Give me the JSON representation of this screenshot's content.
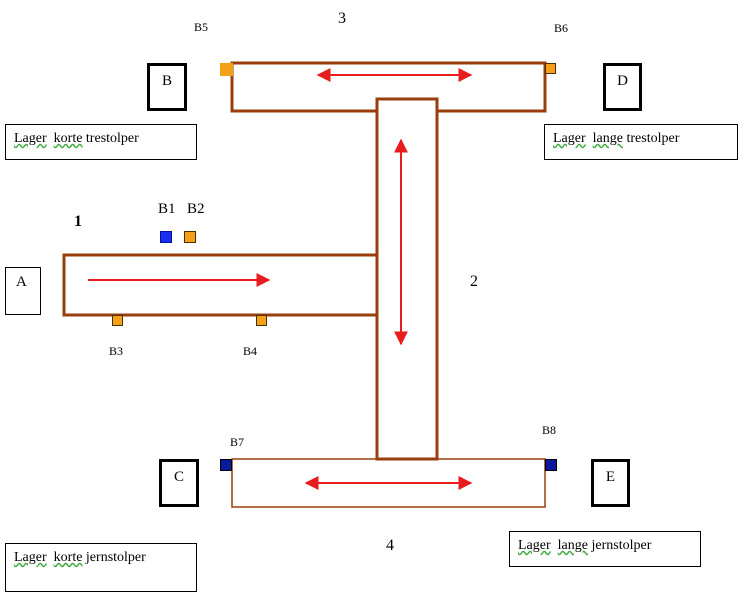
{
  "conveyors": {
    "c1": {
      "number": "1"
    },
    "c2": {
      "number": "2"
    },
    "c3": {
      "number": "3"
    },
    "c4": {
      "number": "4"
    }
  },
  "stations": {
    "A": "A",
    "B": "B",
    "C": "C",
    "D": "D",
    "E": "E"
  },
  "sensors": {
    "B1": "B1",
    "B2": "B2",
    "B3": "B3",
    "B4": "B4",
    "B5": "B5",
    "B6": "B6",
    "B7": "B7",
    "B8": "B8"
  },
  "storages": {
    "short_wood": {
      "word1": "Lager",
      "word2": "korte",
      "word3": "trestolper"
    },
    "long_wood": {
      "word1": "Lager",
      "word2": "lange",
      "word3": "trestolper"
    },
    "short_iron": {
      "word1": "Lager",
      "word2": "korte",
      "word3": "jernstolper"
    },
    "long_iron": {
      "word1": "Lager",
      "word2": "lange",
      "word3": "jernstolper"
    }
  },
  "colors": {
    "belt": "#9a3d0e",
    "arrow": "#e81c1c",
    "sensor_orange": "#f5a019",
    "sensor_blue": "#0a1a9e"
  }
}
